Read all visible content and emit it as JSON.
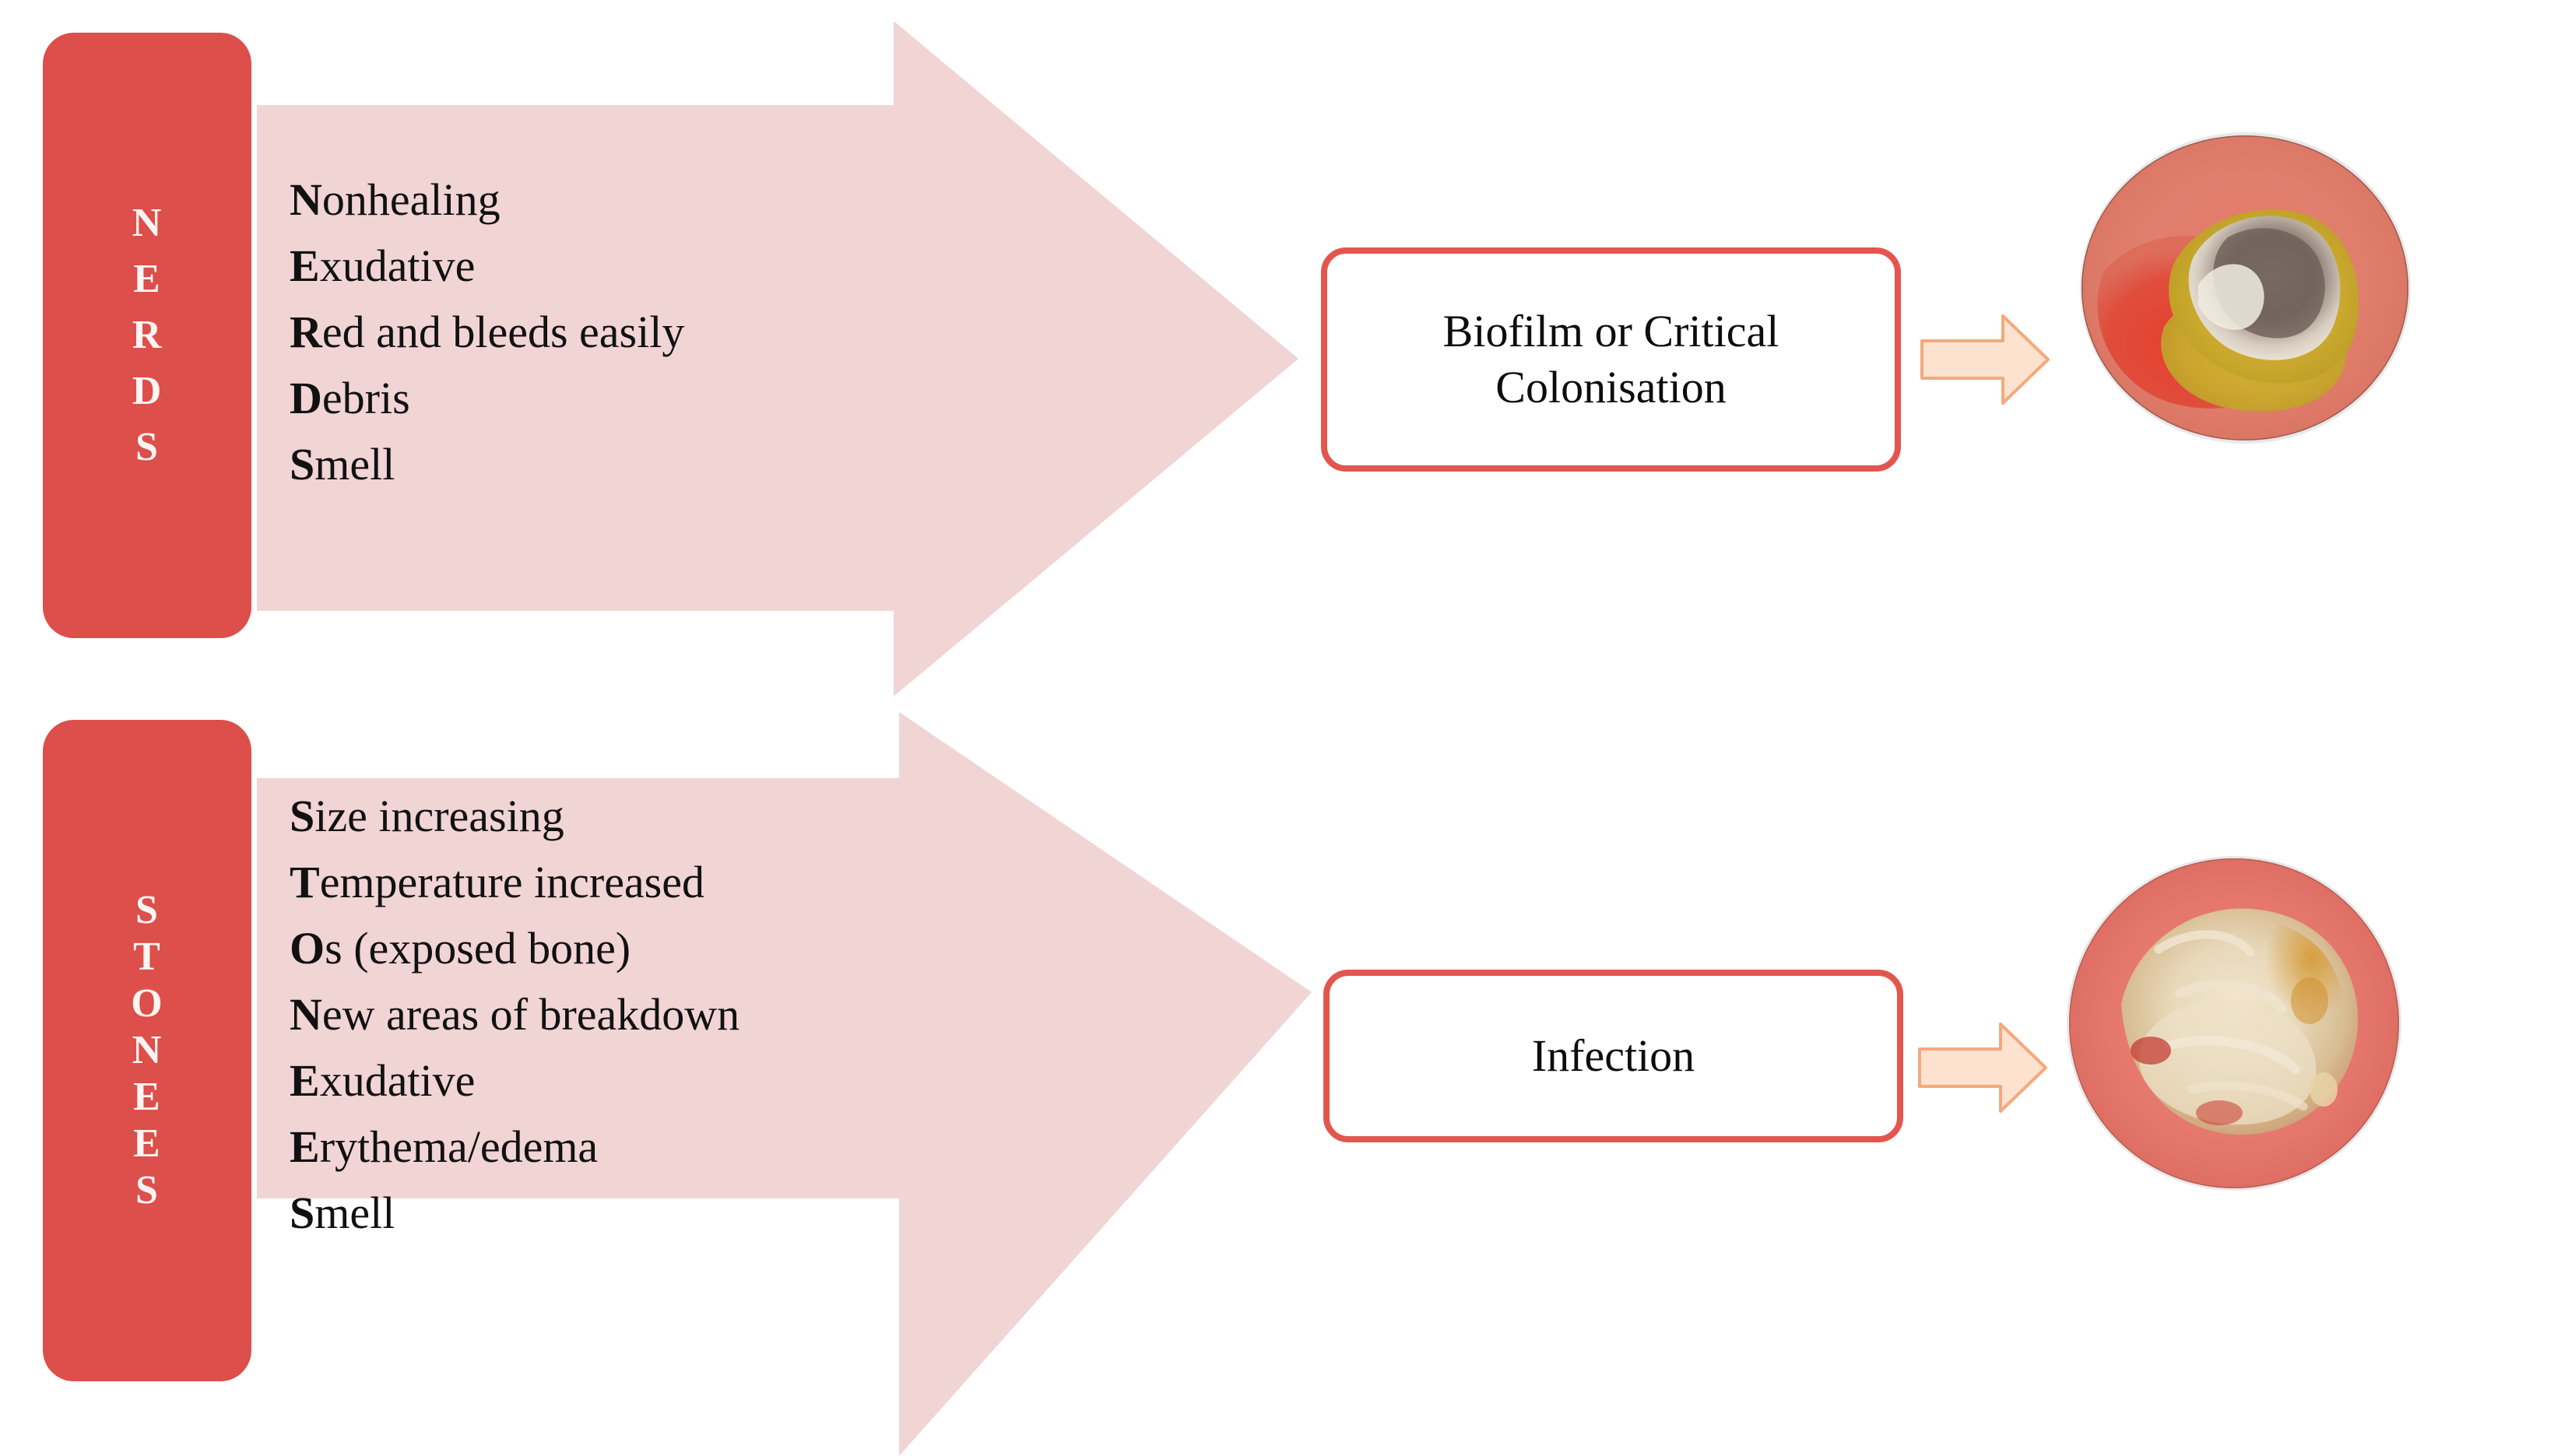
{
  "diagram": {
    "title": "NERDS and STONEES wound infection assessment mnemonics",
    "colors": {
      "acronym_block": "#DC4F4A",
      "arrow_body": "#F1D4D4",
      "outcome_border": "#E2564F",
      "small_arrow_fill": "#FDE2D0",
      "small_arrow_border": "#F4A97C",
      "text": "#111111",
      "acronym_letter": "#FDF4F3"
    }
  },
  "rows": [
    {
      "acronym": {
        "name": "NERDS",
        "letters": [
          "N",
          "E",
          "R",
          "D",
          "S"
        ]
      },
      "symptoms": [
        {
          "initial": "N",
          "rest": "onhealing"
        },
        {
          "initial": "E",
          "rest": "xudative"
        },
        {
          "initial": "R",
          "rest": "ed and bleeds easily"
        },
        {
          "initial": "D",
          "rest": "ebris"
        },
        {
          "initial": "S",
          "rest": "mell"
        }
      ],
      "outcome": "Biofilm or Critical Colonisation",
      "photo_caption": "wound-photo-biofilm"
    },
    {
      "acronym": {
        "name": "STONEES",
        "letters": [
          "S",
          "T",
          "O",
          "N",
          "E",
          "E",
          "S"
        ]
      },
      "symptoms": [
        {
          "initial": "S",
          "rest": "ize increasing"
        },
        {
          "initial": "T",
          "rest": "emperature increased"
        },
        {
          "initial": "O",
          "rest": "s (exposed bone)"
        },
        {
          "initial": "N",
          "rest": "ew areas of breakdown"
        },
        {
          "initial": "E",
          "rest": "xudative"
        },
        {
          "initial": "E",
          "rest": "rythema/edema"
        },
        {
          "initial": "S",
          "rest": "mell"
        }
      ],
      "outcome": "Infection",
      "photo_caption": "wound-photo-infection"
    }
  ]
}
